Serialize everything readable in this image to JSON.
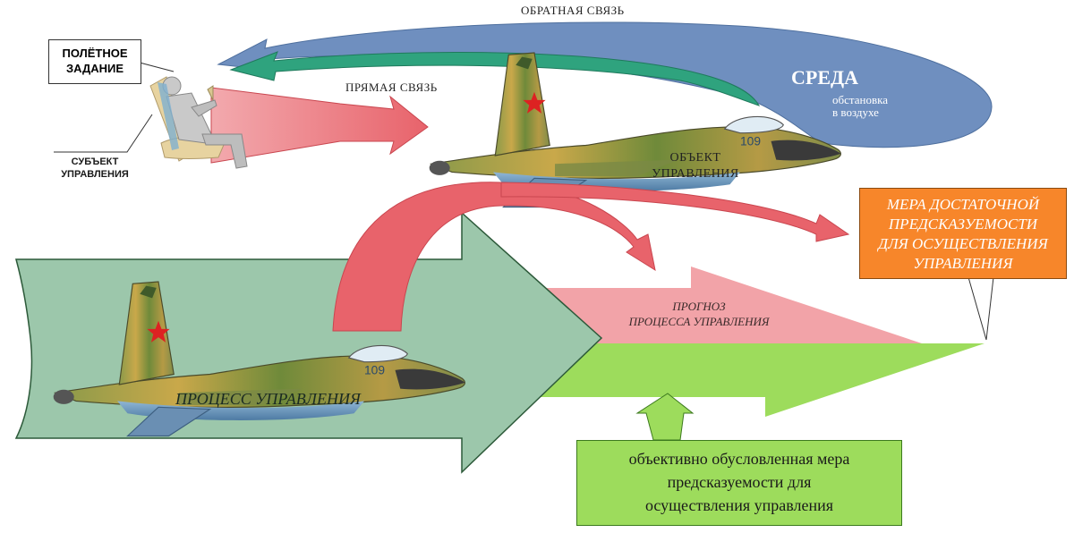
{
  "labels": {
    "feedback": "ОБРАТНАЯ СВЯЗЬ",
    "direct_link": "ПРЯМАЯ СВЯЗЬ",
    "environment_title": "СРЕДА",
    "environment_sub1": "обстановка",
    "environment_sub2": "в воздухе",
    "flight_task_line1": "ПОЛЁТНОЕ",
    "flight_task_line2": "ЗАДАНИЕ",
    "subject_line1": "СУБЪЕКТ",
    "subject_line2": "УПРАВЛЕНИЯ",
    "object_line1": "ОБЪЕКТ",
    "object_line2": "УПРАВЛЕНИЯ",
    "process": "ПРОЦЕСС УПРАВЛЕНИЯ",
    "forecast_line1": "ПРОГНОЗ",
    "forecast_line2": "ПРОЦЕССА УПРАВЛЕНИЯ",
    "measure_line1": "МЕРА ДОСТАТОЧНОЙ",
    "measure_line2": "ПРЕДСКАЗУЕМОСТИ",
    "measure_line3": "ДЛЯ ОСУЩЕСТВЛЕНИЯ",
    "measure_line4": "УПРАВЛЕНИЯ",
    "objective_line1": "объективно обусловленная мера",
    "objective_line2": "предсказуемости для",
    "objective_line3": "осуществления управления",
    "aircraft_number": "109"
  },
  "colors": {
    "environment_blue": "#6f8fbf",
    "feedback_green": "#2fa37e",
    "direct_red": "#e8636b",
    "process_green": "#9cc7ab",
    "forecast_pink": "#f2a3a8",
    "objective_green": "#9ddc5c",
    "measure_orange": "#f7862a"
  }
}
